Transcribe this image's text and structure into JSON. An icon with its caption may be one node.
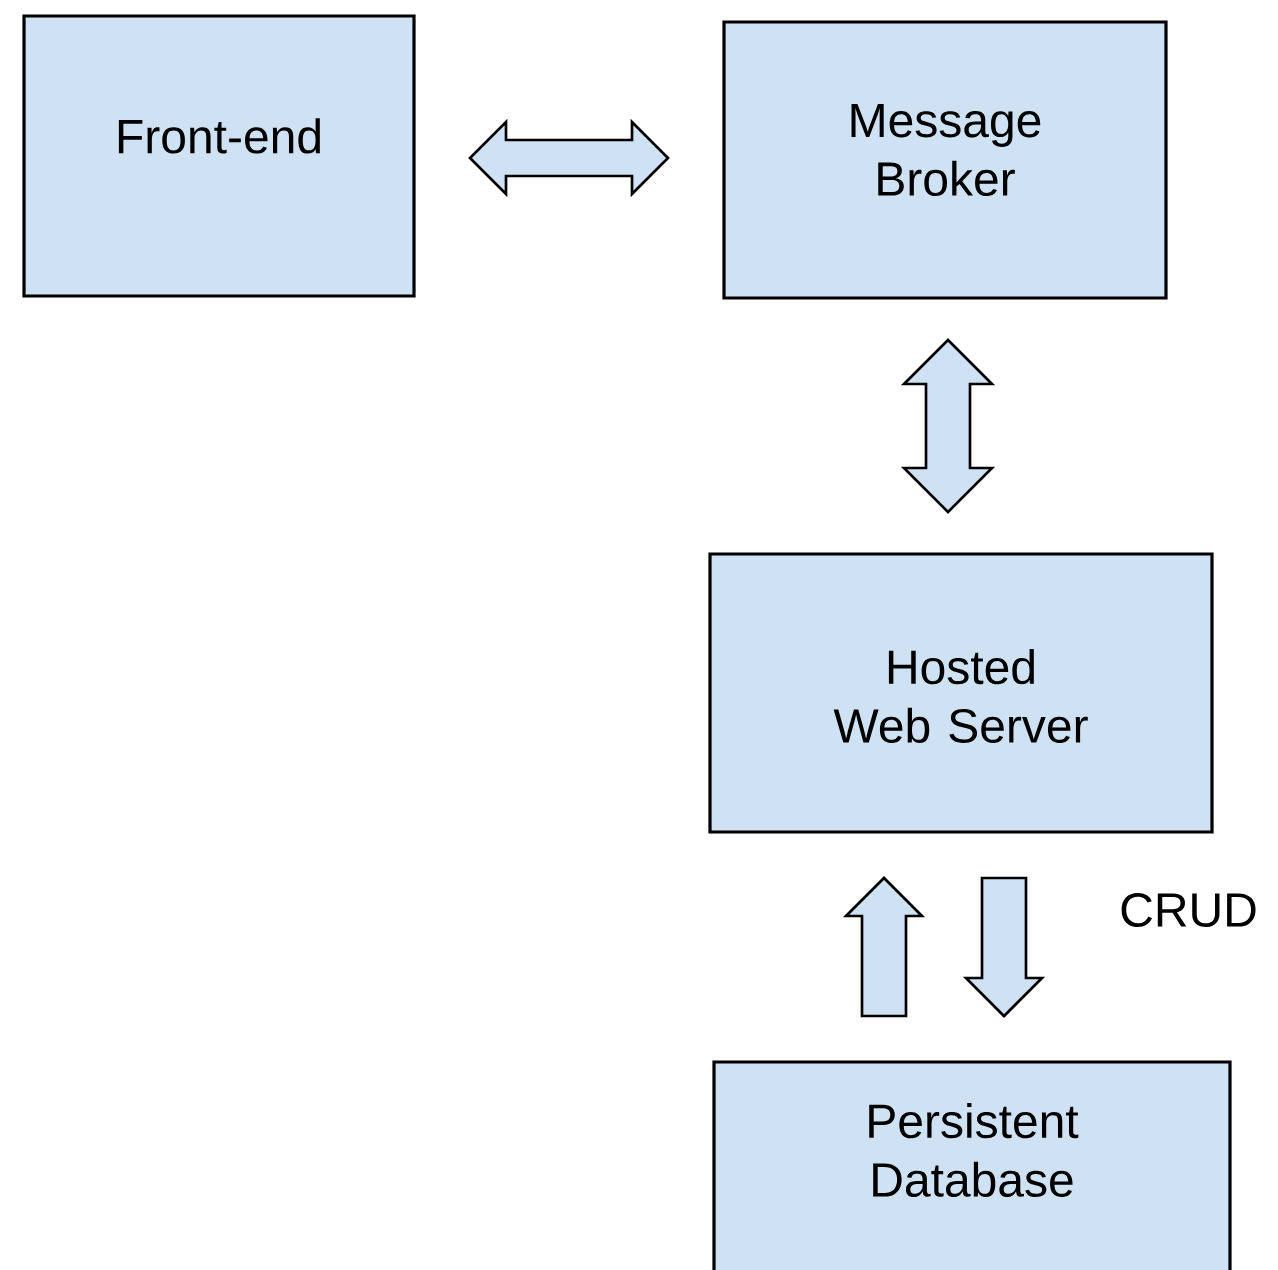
{
  "diagram": {
    "nodes": [
      {
        "text": [
          "Front-end"
        ]
      },
      {
        "text": [
          "Message Broker"
        ]
      },
      {
        "text": [
          "Hosted Web Server"
        ]
      },
      {
        "text": [
          "Persistent Database"
        ]
      }
    ],
    "edges": [
      {
        "from": 0,
        "to": 1,
        "arrow": "both"
      },
      {
        "from": 1,
        "to": 2,
        "arrow": "both"
      },
      {
        "from": 3,
        "to": 2,
        "arrow": "to"
      },
      {
        "from": 2,
        "to": 3,
        "arrow": "to",
        "label": "CRUD"
      }
    ]
  }
}
